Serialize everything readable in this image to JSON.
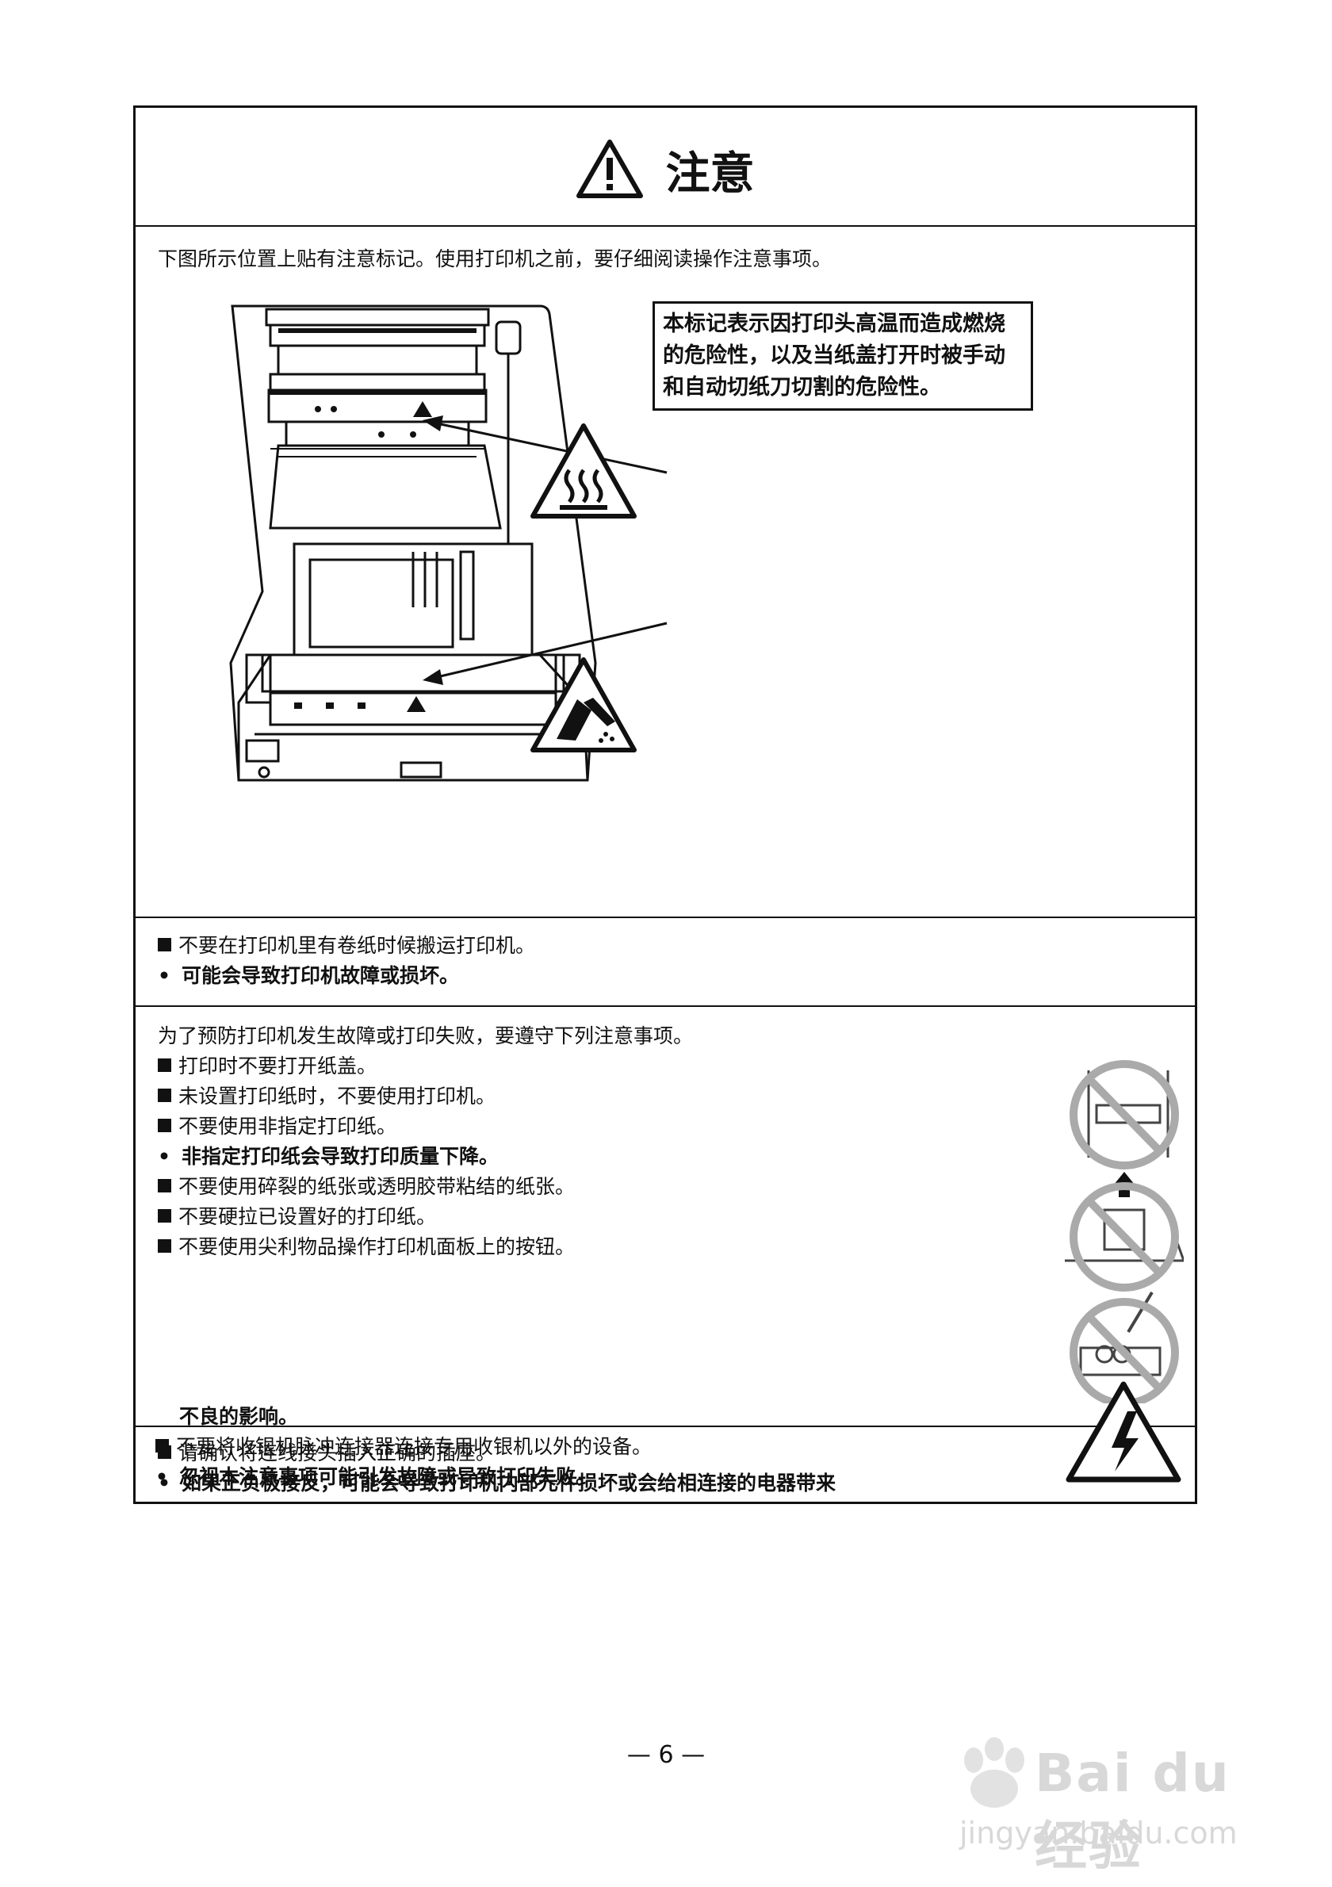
{
  "title": "注意",
  "intro": "下图所示位置上贴有注意标记。使用打印机之前，要仔细阅读操作注意事项。",
  "callout": "本标记表示因打印头高温而造成燃烧的危险性，以及当纸盖打开时被手动和自动切纸刀切割的危险性。",
  "section2": {
    "line1": "不要在打印机里有卷纸时候搬运打印机。",
    "line2": "可能会导致打印机故障或损坏。"
  },
  "section3": {
    "intro": "为了预防打印机发生故障或打印失败，要遵守下列注意事项。",
    "line1": "打印时不要打开纸盖。",
    "line2": "未设置打印纸时，不要使用打印机。",
    "line3": "不要使用非指定打印纸。",
    "line4": "非指定打印纸会导致打印质量下降。",
    "line5": "不要使用碎裂的纸张或透明胶带粘结的纸张。",
    "line6": "不要硬拉已设置好的打印纸。",
    "line7": "不要使用尖利物品操作打印机面板上的按钮。"
  },
  "section4": {
    "line1": "请确认将连线接头插入正确的插座。",
    "line2a": "如果正负极接反，可能会导致打印机内部元件损坏或会给相连接的电器带来",
    "line2b": "不良的影响。",
    "line3": "不要将收银机脉冲连接器连接专用收银机以外的设备。",
    "line4": "忽视本注意事项可能引发故障或导致打印失败。"
  },
  "bullet_symbol": "•",
  "page_number": "— 6 —",
  "watermark": {
    "brand": "Bai  du 经验",
    "url": "jingyan.baidu.com"
  }
}
